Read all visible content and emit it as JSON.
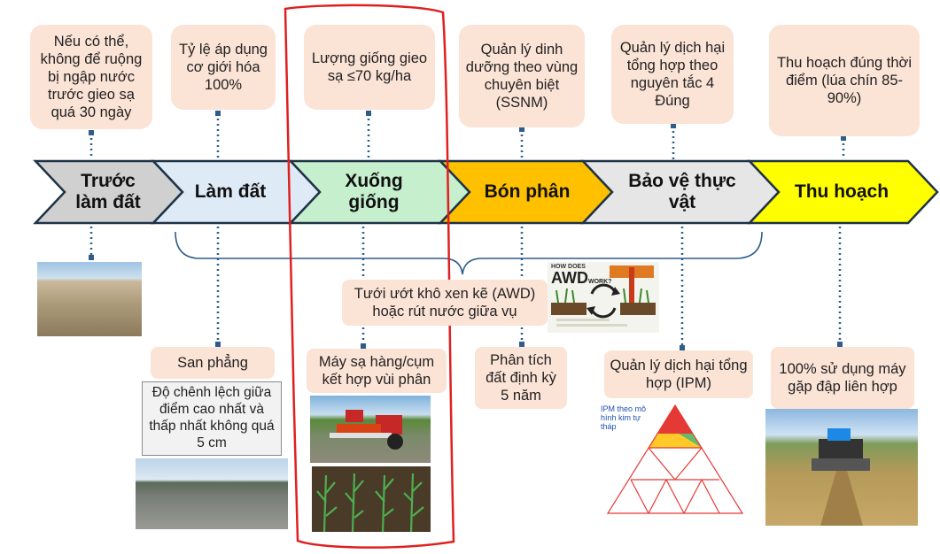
{
  "stages": [
    {
      "id": "truoc-lam-dat",
      "label": "Trước làm đất",
      "color": "#d0d0d0"
    },
    {
      "id": "lam-dat",
      "label": "Làm đất",
      "color": "#deebf7"
    },
    {
      "id": "xuong-giong",
      "label": "Xuống giống",
      "color": "#c6efce"
    },
    {
      "id": "bon-phan",
      "label": "Bón phân",
      "color": "#ffc000"
    },
    {
      "id": "bao-ve-thuc-vat",
      "label": "Bảo vệ thực vật",
      "color": "#e7e6e6"
    },
    {
      "id": "thu-hoach",
      "label": "Thu hoạch",
      "color": "#ffff00"
    }
  ],
  "top_notes": [
    "Nếu có thể, không để ruộng bị ngập nước trước gieo sạ quá 30 ngày",
    "Tỷ lệ áp dụng cơ giới hóa 100%",
    "Lượng giống gieo sạ ≤70 kg/ha",
    "Quản lý dinh dưỡng theo vùng chuyên biệt (SSNM)",
    "Quản lý dịch hại tổng hợp theo nguyên tắc 4 Đúng",
    "Thu hoạch đúng thời điểm (lúa chín 85-90%)"
  ],
  "bottom_notes": {
    "san_phang": "San phẳng",
    "do_chenh_lech": "Độ chênh lệch giữa điểm cao nhất và thấp nhất không quá 5 cm",
    "may_sa": "Máy sạ hàng/cụm kết hợp vùi phân",
    "phan_tich_dat": "Phân tích đất định kỳ 5 năm",
    "ipm": "Quản lý dịch hại tổng hợp (IPM)",
    "may_gap": "100% sử dụng máy gặp đập liên hợp"
  },
  "awd_note": "Tưới ướt khô xen kẽ (AWD) hoặc rút nước giữa vụ",
  "awd_graphic": {
    "title_small": "HOW DOES",
    "title_big": "AWD",
    "title_suffix": "WORK?"
  },
  "ipm_pyramid_caption": "IPM theo mô hình kim tự tháp",
  "colors": {
    "highlight_outline": "#e02020",
    "connector": "#2e5d8a",
    "note_fill": "#fbe3d6",
    "chevron_stroke": "#1f3347"
  }
}
